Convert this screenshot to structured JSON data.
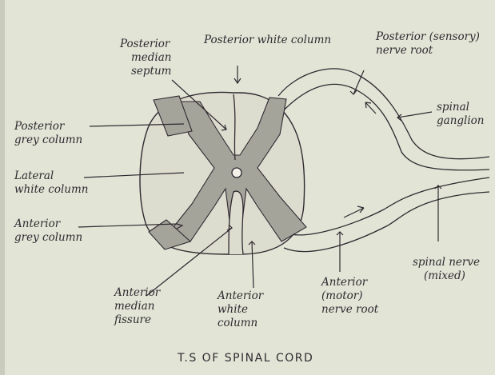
{
  "title": "T.S OF SPINAL CORD",
  "labels": {
    "posterior_median_septum": [
      "Posterior",
      "median",
      "septum"
    ],
    "posterior_white_column": [
      "Posterior white column"
    ],
    "posterior_nerve_root": [
      "Posterior (sensory)",
      "nerve root"
    ],
    "spinal_ganglion": [
      "spinal",
      "ganglion"
    ],
    "posterior_grey_column": [
      "Posterior",
      "grey column"
    ],
    "lateral_white_column": [
      "Lateral",
      "white column"
    ],
    "anterior_grey_column": [
      "Anterior",
      "grey column"
    ],
    "spinal_nerve": [
      "spinal nerve",
      "(mixed)"
    ],
    "anterior_median_fissure": [
      "Anterior",
      "median",
      "fissure"
    ],
    "anterior_white_column": [
      "Anterior",
      "white",
      "column"
    ],
    "anterior_nerve_root": [
      "Anterior",
      "(motor)",
      "nerve root"
    ]
  },
  "colors": {
    "paper": "#e2e4d6",
    "ink": "#2f2a30",
    "grey_matter": "#a4a49b",
    "white_matter": "#dcdccf"
  }
}
